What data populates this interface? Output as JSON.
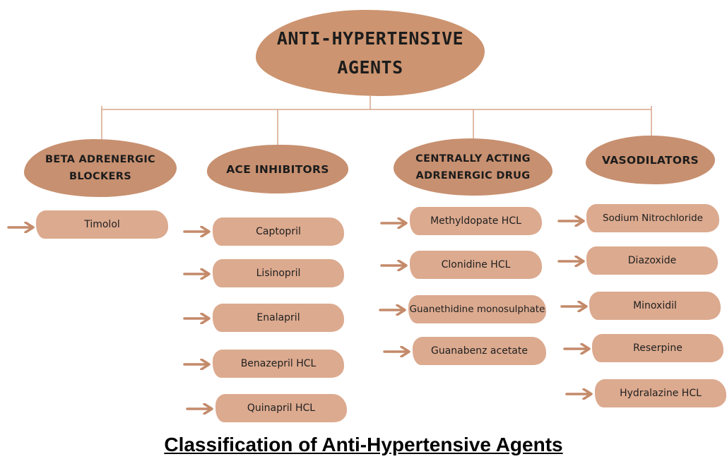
{
  "root": {
    "line1": "ANTI-HYPERTENSIVE",
    "line2": "AGENTS"
  },
  "categories": [
    {
      "line1": "BETA ADRENERGIC",
      "line2": "BLOCKERS",
      "items": [
        "Timolol"
      ]
    },
    {
      "line1": "ACE INHIBITORS",
      "line2": "",
      "items": [
        "Captopril",
        "Lisinopril",
        "Enalapril",
        "Benazepril HCL",
        "Quinapril HCL"
      ]
    },
    {
      "line1": "CENTRALLY ACTING",
      "line2": "ADRENERGIC DRUG",
      "items": [
        "Methyldopate HCL",
        "Clonidine HCL",
        "Guanethidine monosulphate",
        "Guanabenz acetate"
      ]
    },
    {
      "line1": "VASODILATORS",
      "line2": "",
      "items": [
        "Sodium Nitrochloride",
        "Diazoxide",
        "Minoxidil",
        "Reserpine",
        "Hydralazine HCL"
      ]
    }
  ],
  "caption": "Classification of Anti-Hypertensive Agents",
  "colors": {
    "root": "#cc9470",
    "category": "#c79070",
    "item": "#dcaa8f",
    "arrow": "#c48a6a",
    "connector": "#d7a58a"
  }
}
